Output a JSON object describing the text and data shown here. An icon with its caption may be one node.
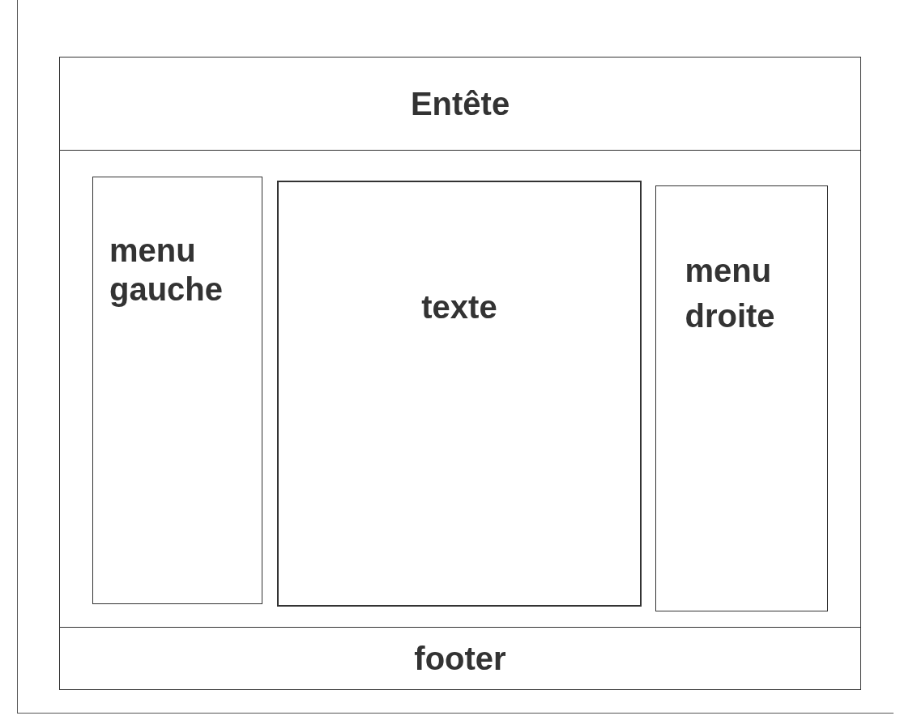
{
  "diagram": {
    "nodes": [
      {
        "text": [],
        "shape": "box"
      },
      {
        "text": [
          "Entête"
        ],
        "in": 0
      },
      {
        "text": [
          "menu gauche"
        ],
        "in": 0
      },
      {
        "text": [
          "texte"
        ],
        "in": 0
      },
      {
        "text": [
          "menu droite"
        ],
        "in": 0
      },
      {
        "text": [
          "footer"
        ],
        "in": 0
      }
    ]
  }
}
